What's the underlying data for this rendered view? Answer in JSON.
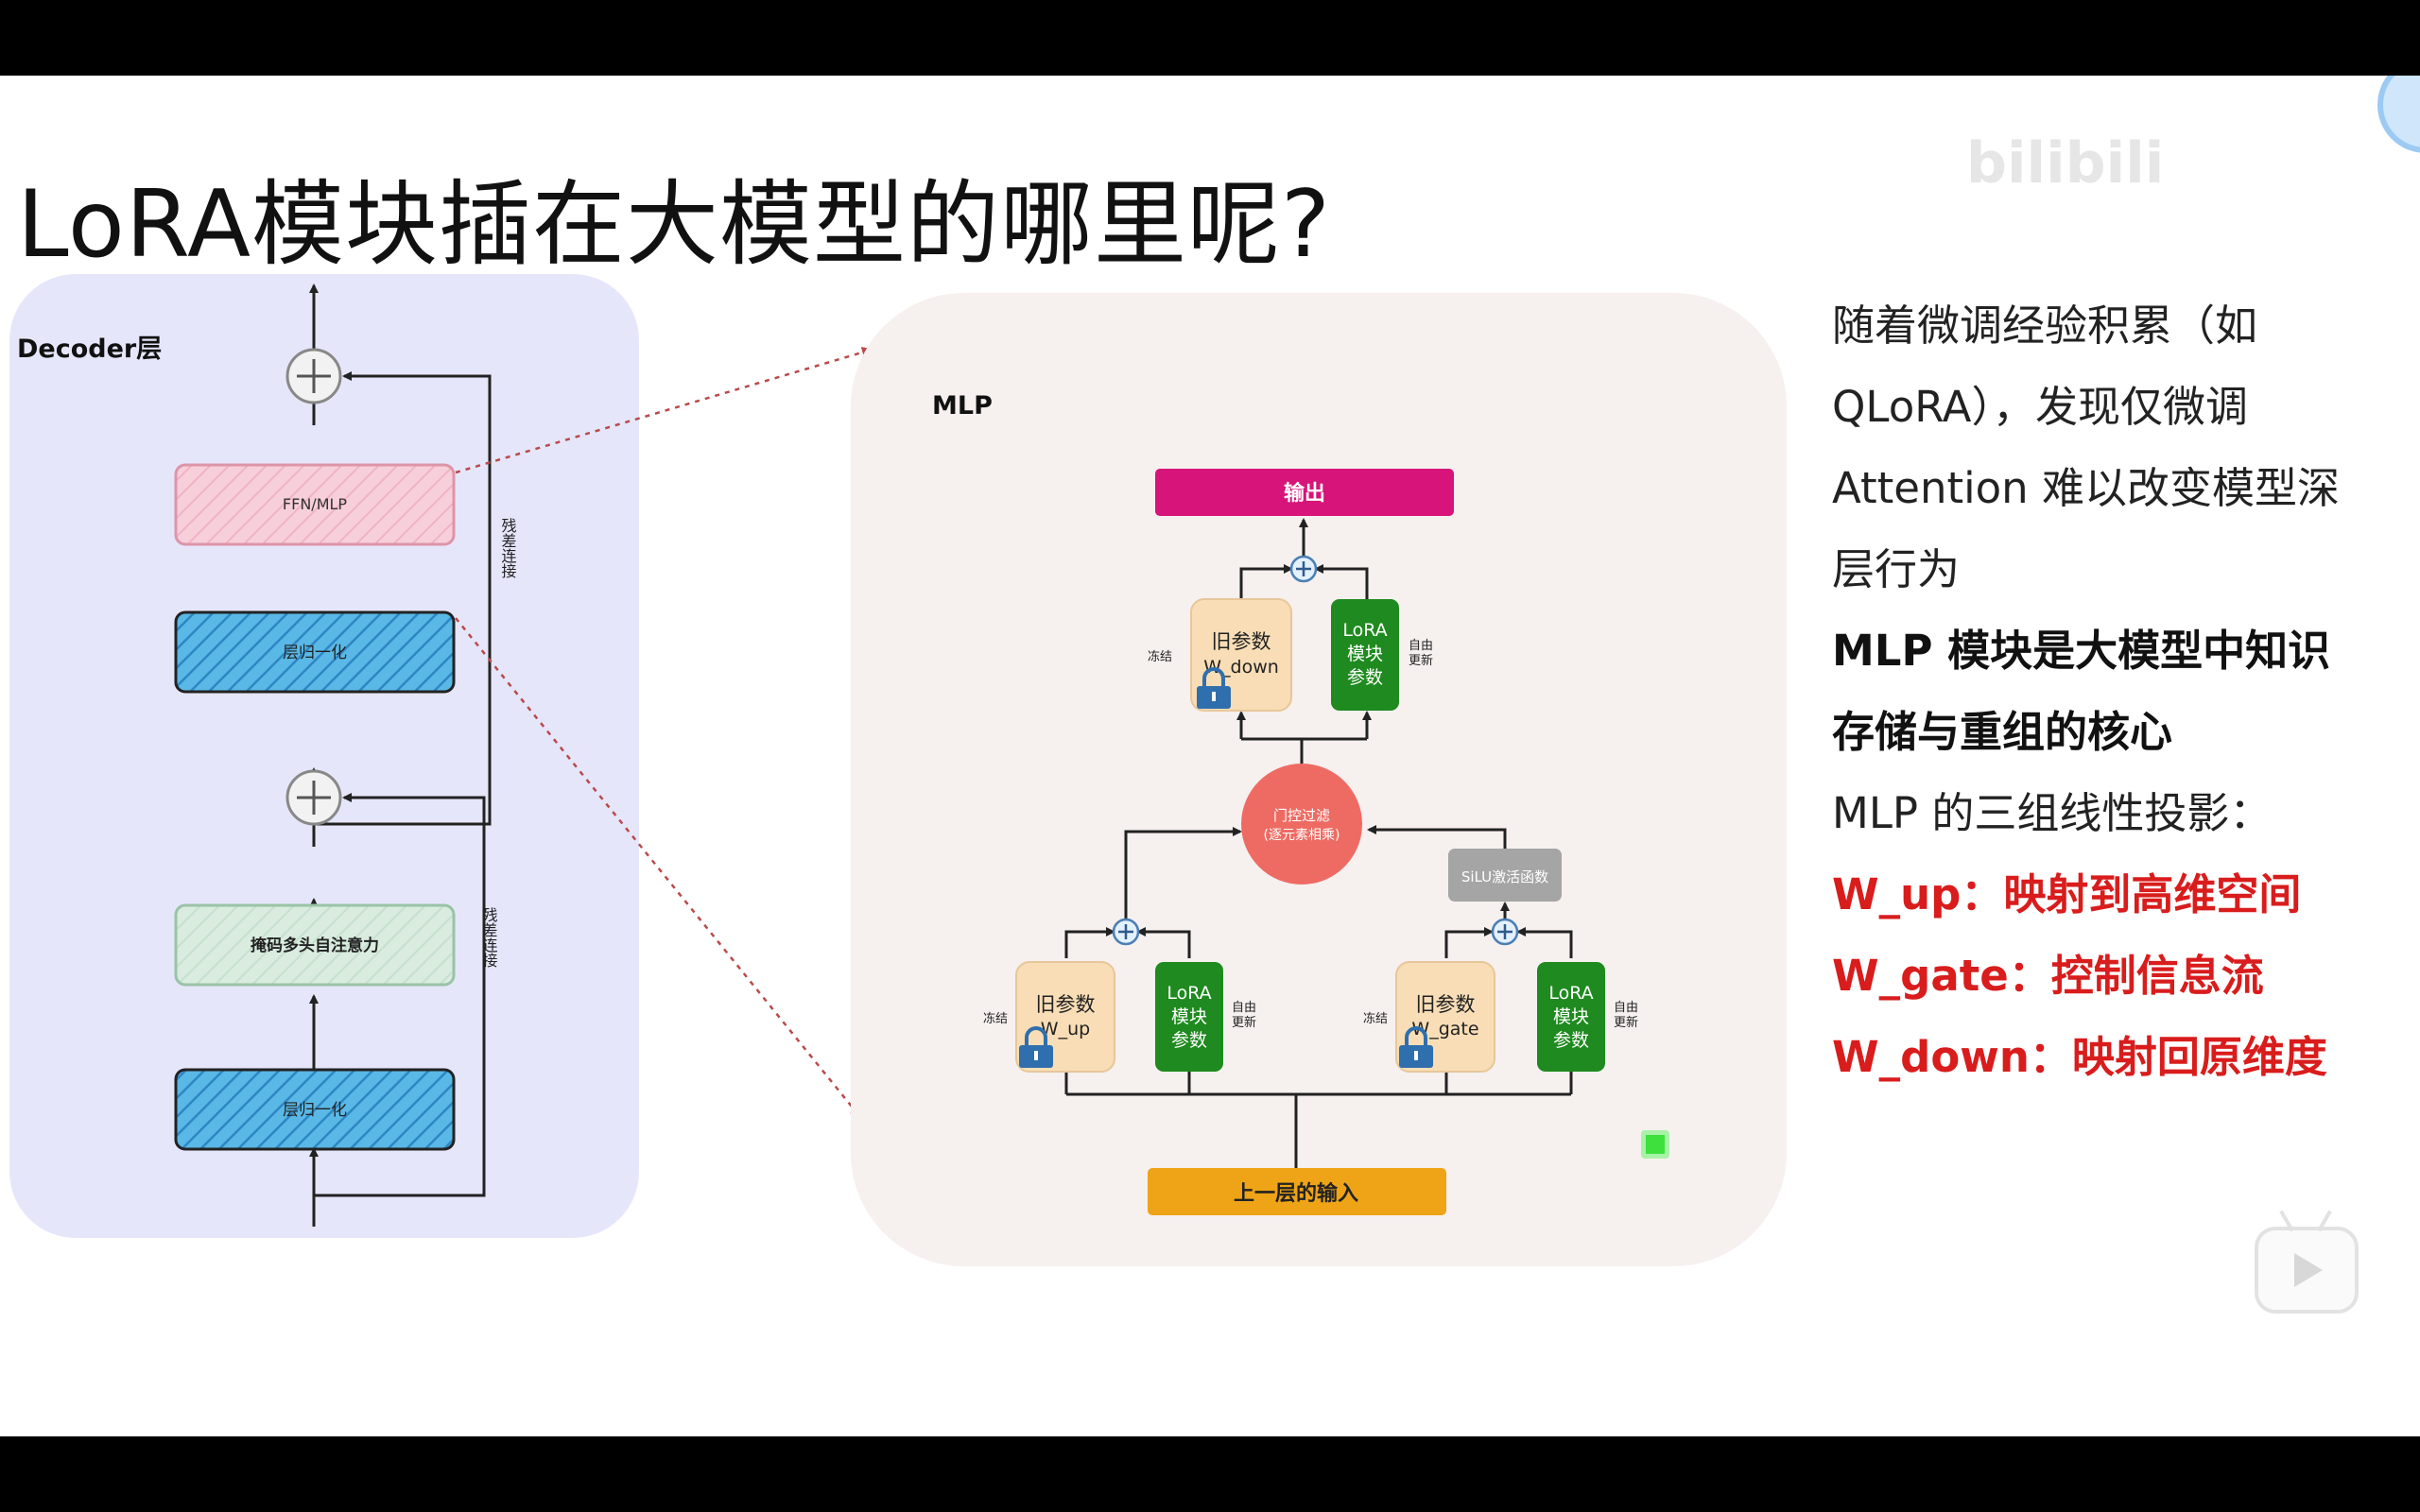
{
  "slide": {
    "title": "LoRA模块插在大模型的哪里呢?",
    "watermark": "bilibili"
  },
  "decoder": {
    "label": "Decoder层",
    "ffn_label": "FFN/MLP",
    "norm_top_label": "层归一化",
    "attention_label": "掩码多头自注意力",
    "norm_bottom_label": "层归一化",
    "residual_top_label": "残差连接",
    "residual_bottom_label": "残差连接"
  },
  "mlp": {
    "label": "MLP",
    "output_label": "输出",
    "input_label": "上一层的输入",
    "gate_node_label": "门控过滤",
    "gate_node_sublabel": "(逐元素相乘)",
    "silu_label": "SiLU激活函数",
    "down": {
      "old_line1": "旧参数",
      "old_line2": "W_down",
      "lora_lines": [
        "LoRA",
        "模块",
        "参数"
      ],
      "frozen": "冻结",
      "free_lines": [
        "自由",
        "更新"
      ]
    },
    "up": {
      "old_line1": "旧参数",
      "old_line2": "W_up",
      "lora_lines": [
        "LoRA",
        "模块",
        "参数"
      ],
      "frozen": "冻结",
      "free_lines": [
        "自由",
        "更新"
      ]
    },
    "gate": {
      "old_line1": "旧参数",
      "old_line2": "W_gate",
      "lora_lines": [
        "LoRA",
        "模块",
        "参数"
      ],
      "frozen": "冻结",
      "free_lines": [
        "自由",
        "更新"
      ]
    }
  },
  "notes": {
    "lines": [
      "随着微调经验积累（如",
      "QLoRA），发现仅微调",
      "Attention 难以改变模型深",
      "层行为",
      "MLP 模块是大模型中知识",
      "存储与重组的核心",
      "MLP 的三组线性投影：",
      "W_up：映射到高维空间",
      "W_gate：控制信息流",
      "W_down：映射回原维度"
    ]
  },
  "colors": {
    "decoder_panel": "#e6e6fb",
    "mlp_panel": "#f6f0ef",
    "output_box": "#d6147a",
    "input_box": "#eea416",
    "lora_box": "#1f8a1f",
    "old_param_box": "#f8ddb6",
    "gate_node": "#ee6b63",
    "silu_box": "#a5a5a5",
    "highlight_red": "#d91c1c",
    "ffn_box": "#f7cfda",
    "norm_box": "#59b8e6",
    "attention_box": "#d9ecdf"
  }
}
